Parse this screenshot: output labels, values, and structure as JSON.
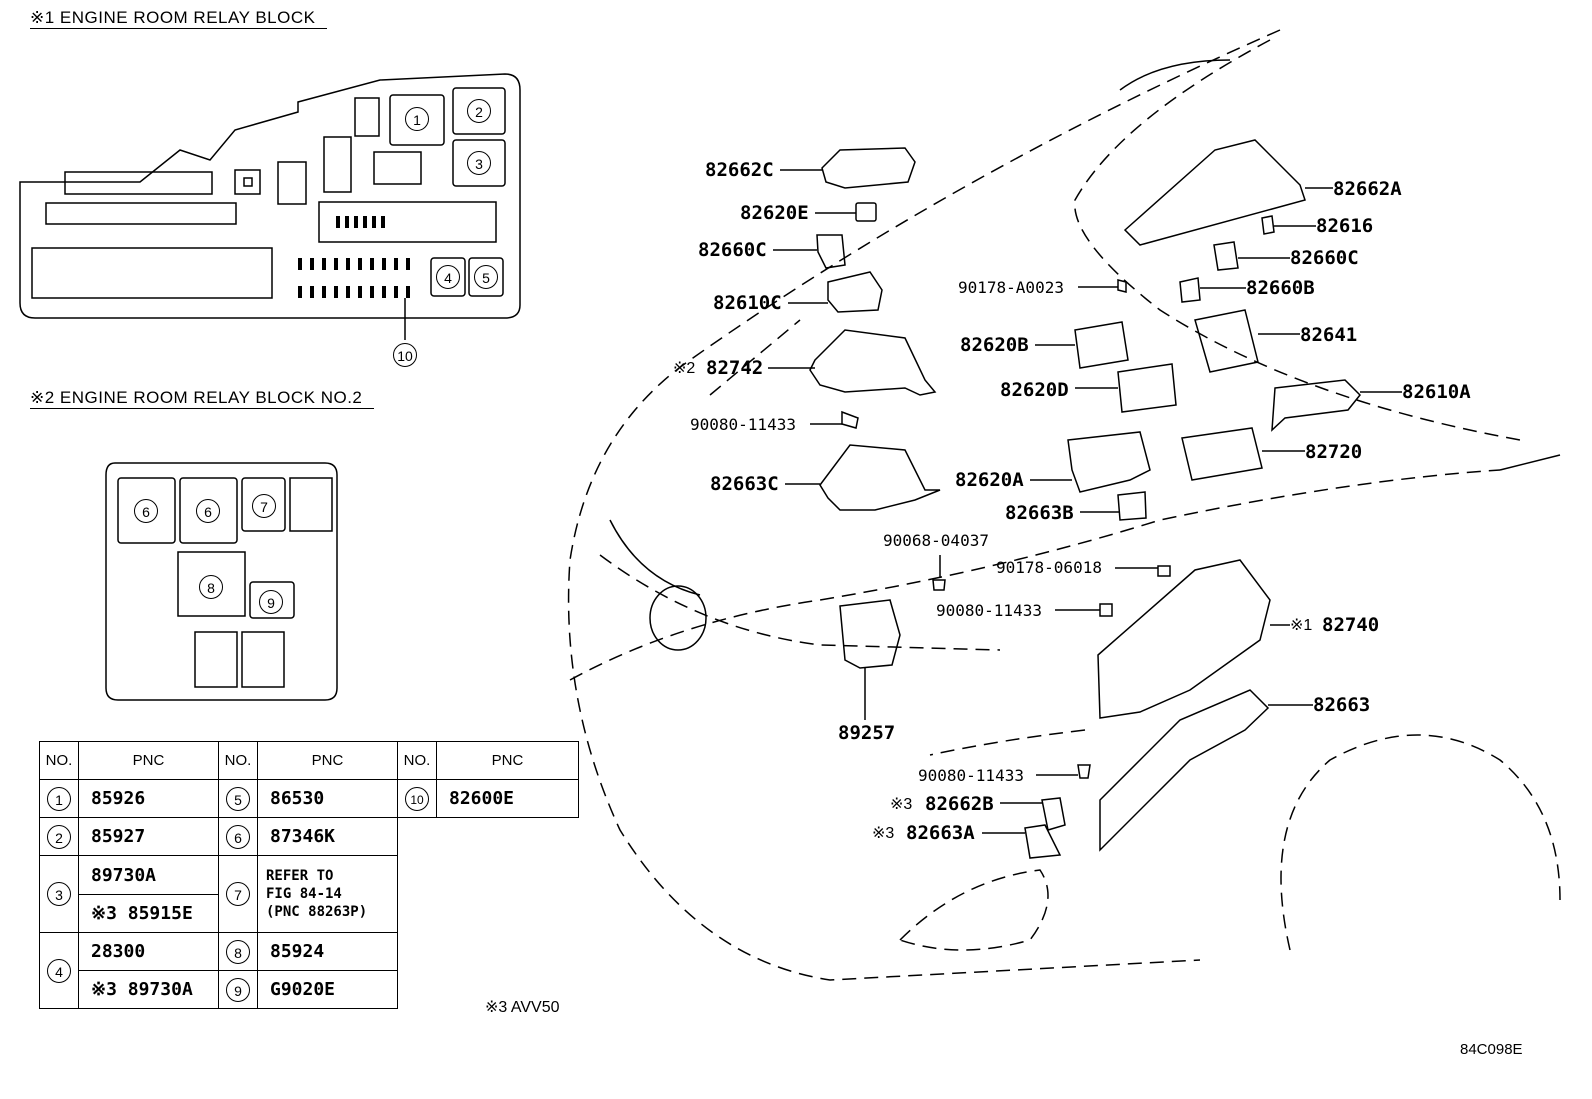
{
  "titles": {
    "block1": "※1 ENGINE ROOM RELAY BLOCK",
    "block2": "※2 ENGINE ROOM RELAY BLOCK NO.2"
  },
  "block1_markers": [
    "1",
    "2",
    "3",
    "4",
    "5",
    "10"
  ],
  "block2_markers": [
    "6",
    "6",
    "7",
    "8",
    "9"
  ],
  "parts": {
    "p82662C": "82662C",
    "p82620E": "82620E",
    "p82660C_left": "82660C",
    "p82610C": "82610C",
    "p82742_prefix": "※2",
    "p82742": "82742",
    "p90080_1": "90080-11433",
    "p82663C": "82663C",
    "p82662A": "82662A",
    "p82616": "82616",
    "p82660C_right": "82660C",
    "p90178_A0023": "90178-A0023",
    "p82660B": "82660B",
    "p82620B": "82620B",
    "p82641": "82641",
    "p82620D": "82620D",
    "p82610A": "82610A",
    "p82720": "82720",
    "p82620A": "82620A",
    "p82663B": "82663B",
    "p90068": "90068-04037",
    "p90178_06018": "90178-06018",
    "p90080_2": "90080-11433",
    "p82740_prefix": "※1",
    "p82740": "82740",
    "p89257": "89257",
    "p82663": "82663",
    "p90080_3": "90080-11433",
    "p82662B_prefix": "※3",
    "p82662B": "82662B",
    "p82663A_prefix": "※3",
    "p82663A": "82663A"
  },
  "table": {
    "headers": [
      "NO.",
      "PNC",
      "NO.",
      "PNC",
      "NO.",
      "PNC"
    ],
    "rows": [
      {
        "no": "1",
        "pnc": "85926"
      },
      {
        "no": "2",
        "pnc": "85927"
      },
      {
        "no": "3",
        "pnc_a": "89730A",
        "pnc_b": "※3 85915E"
      },
      {
        "no": "4",
        "pnc_a": "28300",
        "pnc_b": "※3 89730A"
      },
      {
        "no": "5",
        "pnc": "86530"
      },
      {
        "no": "6",
        "pnc": "87346K"
      },
      {
        "no": "7",
        "refer": [
          "REFER TO",
          "FIG 84-14",
          "(PNC 88263P)"
        ]
      },
      {
        "no": "8",
        "pnc": "85924"
      },
      {
        "no": "9",
        "pnc": "G9020E"
      },
      {
        "no": "10",
        "pnc": "82600E"
      }
    ]
  },
  "footnote": "※3 AVV50",
  "figure_ref": "84C098E"
}
